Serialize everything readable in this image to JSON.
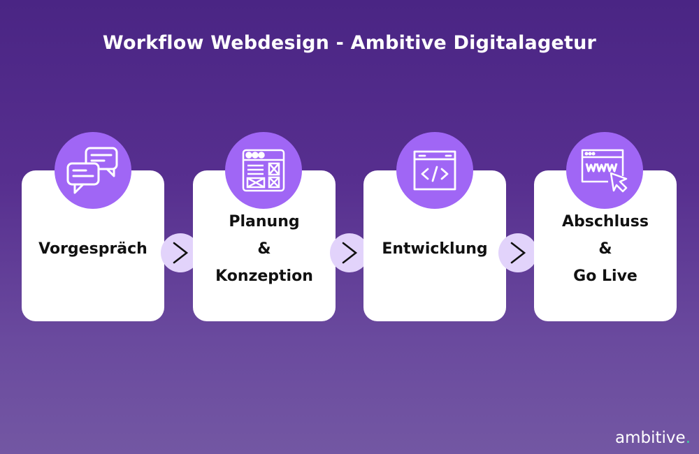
{
  "title": "Workflow Webdesign - Ambitive Digitalagetur",
  "colors": {
    "background_top": "#4a2584",
    "background_bottom": "#7357a3",
    "icon_circle": "#a066f5",
    "arrow_circle": "#e2d3fb",
    "card": "#ffffff",
    "logo_dot": "#3ed6a0"
  },
  "steps": [
    {
      "icon": "chat-bubbles-icon",
      "lines": [
        "Vorgespräch"
      ]
    },
    {
      "icon": "wireframe-layout-icon",
      "lines": [
        "Planung",
        "&",
        "Konzeption"
      ]
    },
    {
      "icon": "code-window-icon",
      "lines": [
        "Entwicklung"
      ]
    },
    {
      "icon": "www-cursor-icon",
      "lines": [
        "Abschluss",
        "&",
        "Go Live"
      ]
    }
  ],
  "arrows": [
    {
      "icon": "chevron-right-icon",
      "glyph": ">"
    },
    {
      "icon": "chevron-right-icon",
      "glyph": ">"
    },
    {
      "icon": "chevron-right-icon",
      "glyph": ">"
    }
  ],
  "logo": {
    "text": "ambitive",
    "dot": "."
  }
}
